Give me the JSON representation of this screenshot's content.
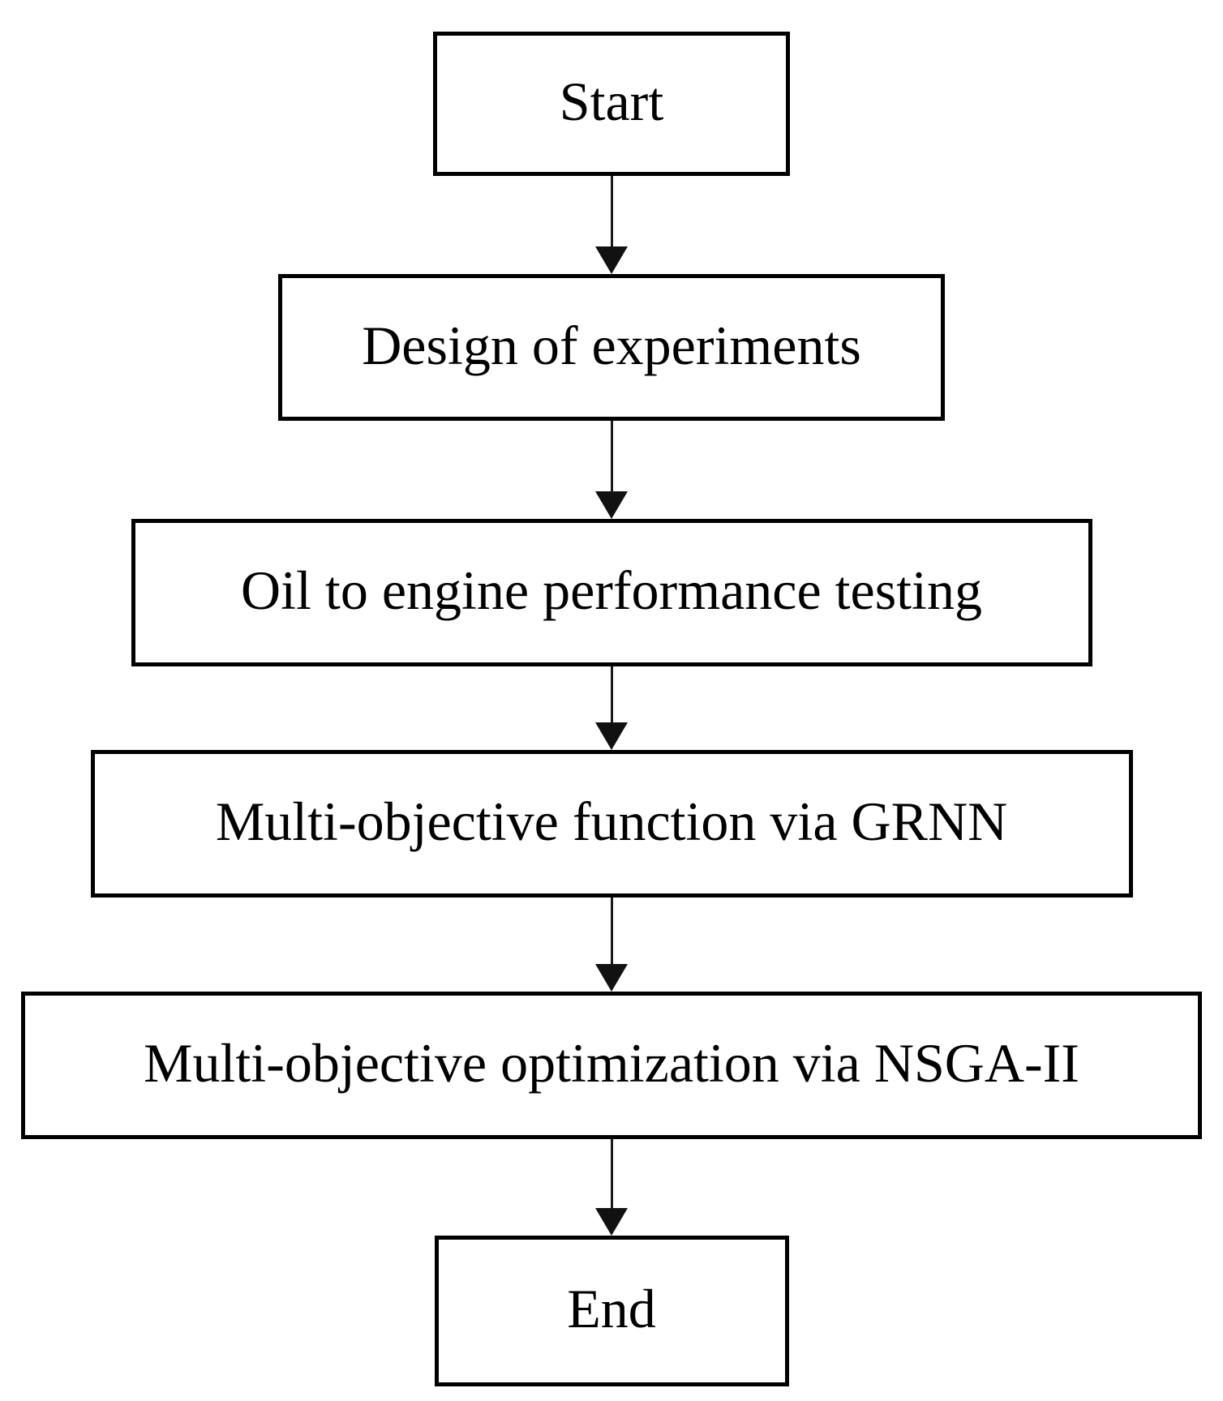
{
  "diagram": {
    "type": "flowchart",
    "orientation": "top-to-bottom",
    "background_color": "#ffffff",
    "box_fill_color": "#ffffff",
    "box_border_color": "#000000",
    "text_color": "#000000",
    "arrow_color": "#1a1a1a",
    "nodes": [
      {
        "id": "start",
        "label": "Start"
      },
      {
        "id": "design-of-experiments",
        "label": "Design of experiments"
      },
      {
        "id": "oil-engine-testing",
        "label": "Oil to engine performance testing"
      },
      {
        "id": "grnn-objective-function",
        "label": "Multi-objective function via GRNN"
      },
      {
        "id": "nsga2-optimization",
        "label": "Multi-objective optimization via NSGA-II"
      },
      {
        "id": "end",
        "label": "End"
      }
    ],
    "edges": [
      {
        "from": "start",
        "to": "design-of-experiments"
      },
      {
        "from": "design-of-experiments",
        "to": "oil-engine-testing"
      },
      {
        "from": "oil-engine-testing",
        "to": "grnn-objective-function"
      },
      {
        "from": "grnn-objective-function",
        "to": "nsga2-optimization"
      },
      {
        "from": "nsga2-optimization",
        "to": "end"
      }
    ]
  }
}
